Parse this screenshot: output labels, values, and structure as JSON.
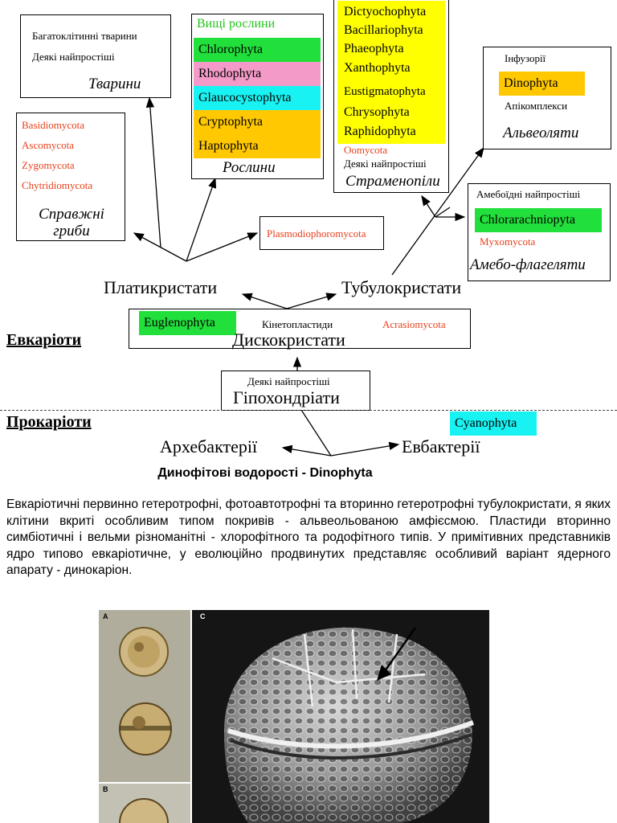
{
  "colors": {
    "green": "#22e03c",
    "pink": "#f49ac8",
    "cyan": "#19f2f2",
    "orange": "#ffc800",
    "yellow": "#ffff00",
    "red_text": "#e8401c",
    "green_text": "#22c41c"
  },
  "animals": {
    "line1": "Багатоклітинні тварини",
    "line2": "Деякі найпростіші",
    "title": "Тварини"
  },
  "plants": {
    "header": "Вищі рослини",
    "items": [
      "Chlorophyta",
      "Rhodophyta",
      "Glaucocystophyta",
      "Cryptophyta",
      "Haptophyta"
    ],
    "title": "Рослини"
  },
  "stramenopiles": {
    "items": [
      "Dictyochophyta",
      "Bacillariophyta",
      "Phaeophyta",
      "Xanthophyta",
      "Eustigmatophyta",
      "Chrysophyta",
      "Raphidophyta"
    ],
    "oomycota": "Oomycota",
    "some": "Деякі найпростіші",
    "title": "Страменопіли"
  },
  "alveolates": {
    "line1": "Інфузорії",
    "dinophyta": "Dinophyta",
    "line3": "Апікомплекси",
    "title": "Альвеоляти"
  },
  "fungi": {
    "items": [
      "Basidiomycota",
      "Ascomycota",
      "Zygomycota",
      "Chytridiomycota"
    ],
    "title_line1": "Справжні",
    "title_line2": "гриби"
  },
  "plasmodio": "Plasmodiophoromycota",
  "amoebo": {
    "line1": "Амебоїдні найпростіші",
    "chlorarachniophyta": "Chlorarachniopyta",
    "myxomycota": "Myxomycota",
    "title": "Амебо-флагеляти"
  },
  "platy": "Платикристати",
  "tubulo": "Тубулокристати",
  "disco": {
    "euglenophyta": "Euglenophyta",
    "kinetoplastids": "Кінетопластиди",
    "acrasiomycota": "Acrasiomycota",
    "title": "Дискокристати"
  },
  "eukaryotes": "Евкаріоти",
  "hypochondria": {
    "line1": "Деякі найпростіші",
    "title": "Гіпохондріати"
  },
  "prokaryotes": "Прокаріоти",
  "cyanophyta": "Cyanophyta",
  "archaea": "Архебактерії",
  "eubacteria": "Евбактерії",
  "heading": "Динофітові водорості - Dinophyta",
  "paragraph": "Евкаріотичні первинно гетеротрофні, фотоавтотрофні та вторинно гетеротрофні тубулокристати, я яких клітини вкриті особливим типом покривів - альвеольованою амфієсмою.  Пластиди вторинно симбіотичні і вельми різноманітні - хлорофітного та родофітного типів. У примітивних представників ядро типово евкаріотичне, у еволюційно продвинутих представляє особливий варіант ядерного апарату - динокаріон.",
  "photo": {
    "label_a": "A",
    "label_b": "B",
    "label_c": "C"
  }
}
